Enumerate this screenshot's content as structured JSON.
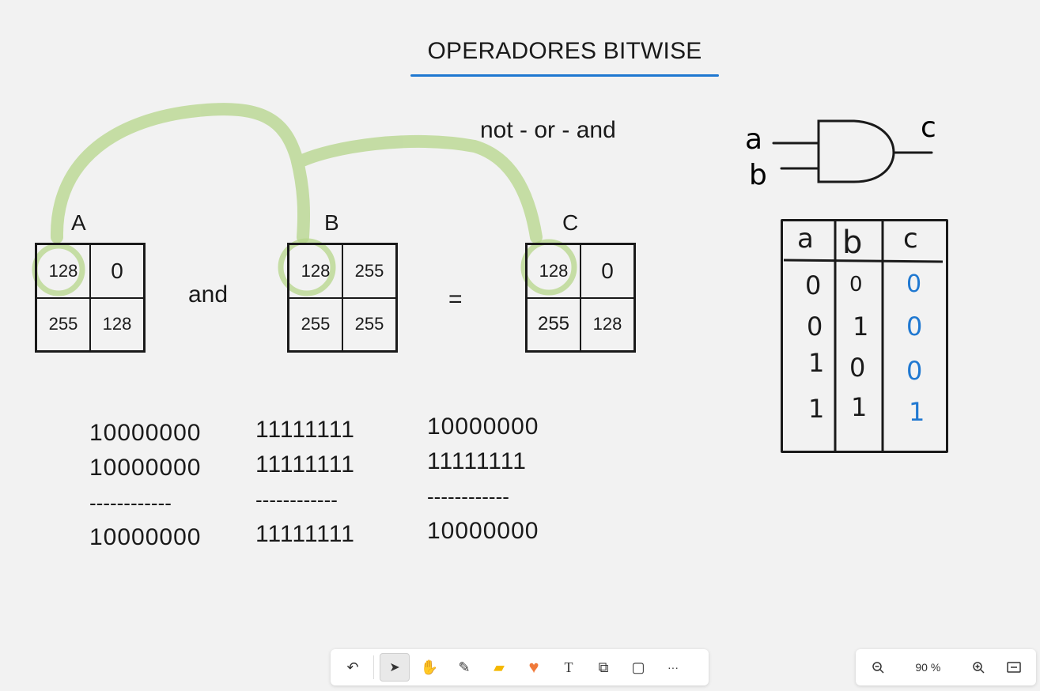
{
  "board": {
    "title": "OPERADORES BITWISE",
    "operators_note": "not - or - and",
    "accent_color": "#1f78d1",
    "highlight_color": "#b5d58a",
    "operation_word": "and",
    "equals_sign": "=",
    "grids": [
      {
        "label": "A",
        "cells": [
          "128",
          "0",
          "255",
          "128"
        ]
      },
      {
        "label": "B",
        "cells": [
          "128",
          "255",
          "255",
          "255"
        ]
      },
      {
        "label": "C",
        "cells": [
          "128",
          "0",
          "255",
          "128"
        ]
      }
    ],
    "binary_columns": [
      {
        "line1": "10000000",
        "line2": "10000000",
        "dashes": "------------",
        "result": "10000000"
      },
      {
        "line1": "11111111",
        "line2": "11111111",
        "dashes": "------------",
        "result": "11111111"
      },
      {
        "line1": "10000000",
        "line2": "11111111",
        "dashes": "------------",
        "result": "10000000"
      }
    ],
    "gate": {
      "in_a": "a",
      "in_b": "b",
      "out": "c"
    },
    "truth_table": {
      "headers": [
        "a",
        "b",
        "c"
      ],
      "rows": [
        [
          "0",
          "0",
          "0"
        ],
        [
          "0",
          "1",
          "0"
        ],
        [
          "1",
          "0",
          "0"
        ],
        [
          "1",
          "1",
          "1"
        ]
      ],
      "result_color": "#1f78d1"
    }
  },
  "toolbar": {
    "undo_icon": "undo-icon",
    "tools": [
      {
        "name": "select-tool",
        "icon": "cursor-icon",
        "glyph": "➤",
        "active": true
      },
      {
        "name": "hand-tool",
        "icon": "hand-icon",
        "glyph": "✋",
        "active": false
      },
      {
        "name": "pen-tool",
        "icon": "pen-icon",
        "glyph": "✎",
        "active": false
      },
      {
        "name": "sticky-note-tool",
        "icon": "sticky-note-icon",
        "glyph": "▰",
        "active": false
      },
      {
        "name": "shape-tool",
        "icon": "heart-icon",
        "glyph": "♥",
        "active": false
      },
      {
        "name": "text-tool",
        "icon": "text-icon",
        "glyph": "T",
        "active": false
      },
      {
        "name": "connector-tool",
        "icon": "connector-icon",
        "glyph": "⧉",
        "active": false
      },
      {
        "name": "frame-tool",
        "icon": "frame-icon",
        "glyph": "▢",
        "active": false
      },
      {
        "name": "more-tool",
        "icon": "more-icon",
        "glyph": "···",
        "active": false
      }
    ]
  },
  "zoom": {
    "zoom_out_icon": "zoom-out-icon",
    "level": "90 %",
    "zoom_in_icon": "zoom-in-icon",
    "fit_icon": "fit-screen-icon"
  }
}
